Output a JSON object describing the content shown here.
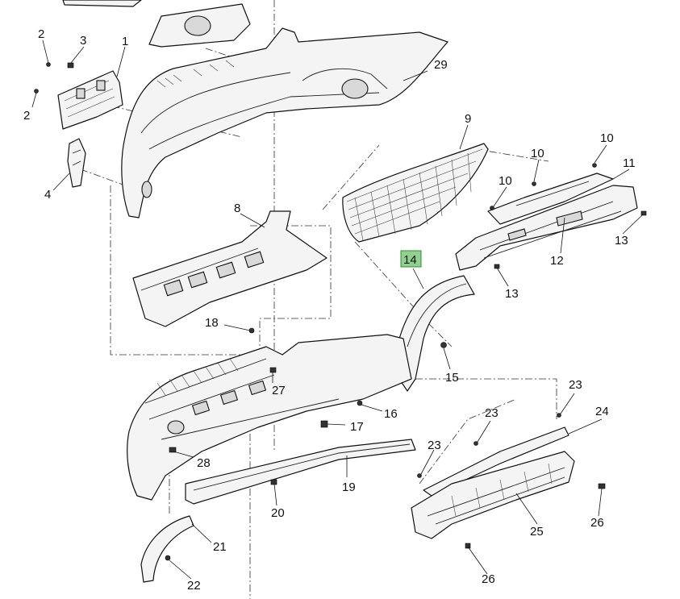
{
  "diagram": {
    "highlight_color": "#8fd18f",
    "callouts": [
      "1",
      "2",
      "2",
      "3",
      "4",
      "8",
      "9",
      "10",
      "10",
      "10",
      "11",
      "12",
      "13",
      "13",
      "14",
      "15",
      "16",
      "17",
      "18",
      "19",
      "20",
      "21",
      "22",
      "23",
      "23",
      "23",
      "24",
      "25",
      "26",
      "26",
      "27",
      "28",
      "29"
    ],
    "highlighted_callout": "14"
  }
}
